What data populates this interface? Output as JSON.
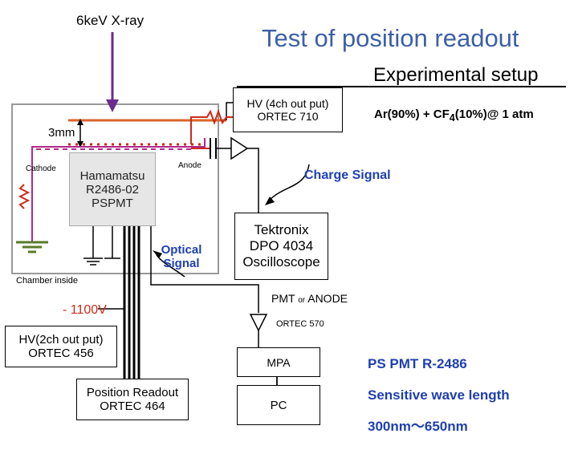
{
  "title": "Test of position readout",
  "subtitle": "Experimental setup",
  "xray_label": "6keV X-ray",
  "hv_top": {
    "line1": "HV (4ch out put)",
    "line2": "ORTEC 710"
  },
  "gas_label": "Ar(90%) + CF4(10%)@ 1 atm",
  "gap_label": "3mm",
  "cathode_label": "Cathode",
  "anode_label": "Anode",
  "pmt": {
    "line1": "Hamamatsu",
    "line2": "R2486-02",
    "line3": "PSPMT"
  },
  "charge_signal": "Charge Signal",
  "optical_signal": {
    "line1": "Optical",
    "line2": "Signal"
  },
  "oscilloscope": {
    "line1": "Tektronix",
    "line2": "DPO 4034",
    "line3": "Oscilloscope"
  },
  "chamber_inside": "Chamber inside",
  "pmt_or_anode": {
    "a": "PMT",
    "b": "or",
    "c": "ANODE"
  },
  "ortec_570": "ORTEC 570",
  "hv_1100": "- 1100V",
  "hv_456": {
    "line1": "HV(2ch out put)",
    "line2": "ORTEC 456"
  },
  "mpa": "MPA",
  "pc": "PC",
  "readout_464": {
    "line1": "Position Readout",
    "line2": "ORTEC 464"
  },
  "ps_note": {
    "line1": "PS PMT R-2486",
    "line2": "Sensitive wave length",
    "line3": "300nm～650nm"
  },
  "colors": {
    "title": "#3d5fa8",
    "arrow": "#6a2a8f",
    "orange": "#d8652a",
    "red": "#cc2a1a",
    "magenta": "#b0298c",
    "green": "#5a7a2a",
    "gray": "#999999",
    "blue": "#1f3fb0"
  }
}
